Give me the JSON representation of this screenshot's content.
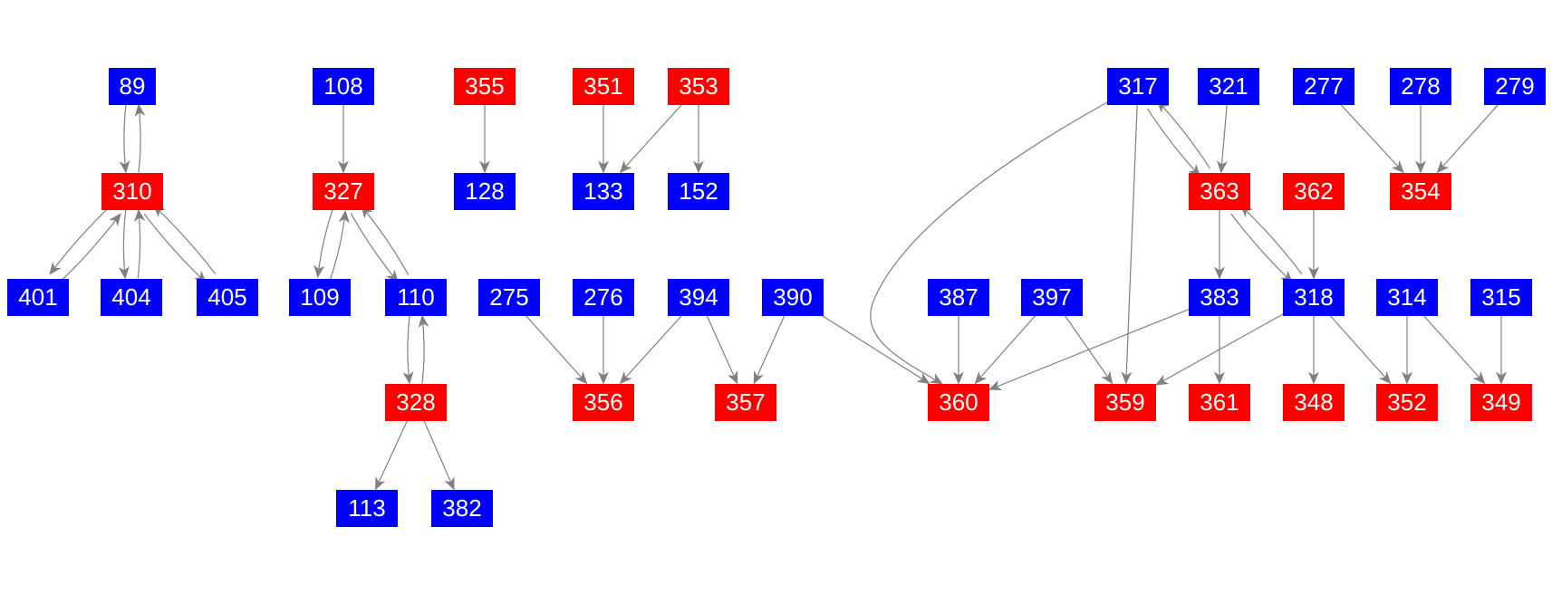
{
  "colors": {
    "blue": "#0000ff",
    "red": "#ff0000",
    "edge": "#808080"
  },
  "nodes": [
    {
      "id": "89",
      "color": "blue"
    },
    {
      "id": "310",
      "color": "red"
    },
    {
      "id": "401",
      "color": "blue"
    },
    {
      "id": "404",
      "color": "blue"
    },
    {
      "id": "405",
      "color": "blue"
    },
    {
      "id": "108",
      "color": "blue"
    },
    {
      "id": "327",
      "color": "red"
    },
    {
      "id": "109",
      "color": "blue"
    },
    {
      "id": "110",
      "color": "blue"
    },
    {
      "id": "328",
      "color": "red"
    },
    {
      "id": "113",
      "color": "blue"
    },
    {
      "id": "382",
      "color": "blue"
    },
    {
      "id": "355",
      "color": "red"
    },
    {
      "id": "128",
      "color": "blue"
    },
    {
      "id": "351",
      "color": "red"
    },
    {
      "id": "353",
      "color": "red"
    },
    {
      "id": "133",
      "color": "blue"
    },
    {
      "id": "152",
      "color": "blue"
    },
    {
      "id": "275",
      "color": "blue"
    },
    {
      "id": "276",
      "color": "blue"
    },
    {
      "id": "394",
      "color": "blue"
    },
    {
      "id": "390",
      "color": "blue"
    },
    {
      "id": "356",
      "color": "red"
    },
    {
      "id": "357",
      "color": "red"
    },
    {
      "id": "387",
      "color": "blue"
    },
    {
      "id": "397",
      "color": "blue"
    },
    {
      "id": "360",
      "color": "red"
    },
    {
      "id": "317",
      "color": "blue"
    },
    {
      "id": "321",
      "color": "blue"
    },
    {
      "id": "277",
      "color": "blue"
    },
    {
      "id": "278",
      "color": "blue"
    },
    {
      "id": "279",
      "color": "blue"
    },
    {
      "id": "363",
      "color": "red"
    },
    {
      "id": "362",
      "color": "red"
    },
    {
      "id": "354",
      "color": "red"
    },
    {
      "id": "383",
      "color": "blue"
    },
    {
      "id": "318",
      "color": "blue"
    },
    {
      "id": "314",
      "color": "blue"
    },
    {
      "id": "315",
      "color": "blue"
    },
    {
      "id": "359",
      "color": "red"
    },
    {
      "id": "361",
      "color": "red"
    },
    {
      "id": "348",
      "color": "red"
    },
    {
      "id": "352",
      "color": "red"
    },
    {
      "id": "349",
      "color": "red"
    }
  ],
  "edges": [
    [
      "89",
      "310"
    ],
    [
      "310",
      "89"
    ],
    [
      "310",
      "401"
    ],
    [
      "401",
      "310"
    ],
    [
      "310",
      "404"
    ],
    [
      "404",
      "310"
    ],
    [
      "310",
      "405"
    ],
    [
      "405",
      "310"
    ],
    [
      "108",
      "327"
    ],
    [
      "327",
      "109"
    ],
    [
      "109",
      "327"
    ],
    [
      "327",
      "110"
    ],
    [
      "110",
      "327"
    ],
    [
      "110",
      "328"
    ],
    [
      "328",
      "110"
    ],
    [
      "328",
      "113"
    ],
    [
      "328",
      "382"
    ],
    [
      "355",
      "128"
    ],
    [
      "351",
      "133"
    ],
    [
      "353",
      "133"
    ],
    [
      "353",
      "152"
    ],
    [
      "275",
      "356"
    ],
    [
      "276",
      "356"
    ],
    [
      "394",
      "356"
    ],
    [
      "394",
      "357"
    ],
    [
      "390",
      "357"
    ],
    [
      "390",
      "360"
    ],
    [
      "387",
      "360"
    ],
    [
      "397",
      "360"
    ],
    [
      "397",
      "359"
    ],
    [
      "383",
      "360"
    ],
    [
      "383",
      "361"
    ],
    [
      "318",
      "359"
    ],
    [
      "317",
      "360"
    ],
    [
      "317",
      "359"
    ],
    [
      "317",
      "363"
    ],
    [
      "363",
      "317"
    ],
    [
      "321",
      "363"
    ],
    [
      "363",
      "383"
    ],
    [
      "363",
      "318"
    ],
    [
      "318",
      "363"
    ],
    [
      "362",
      "318"
    ],
    [
      "277",
      "354"
    ],
    [
      "278",
      "354"
    ],
    [
      "279",
      "354"
    ],
    [
      "318",
      "348"
    ],
    [
      "318",
      "352"
    ],
    [
      "314",
      "352"
    ],
    [
      "314",
      "349"
    ],
    [
      "315",
      "349"
    ]
  ]
}
